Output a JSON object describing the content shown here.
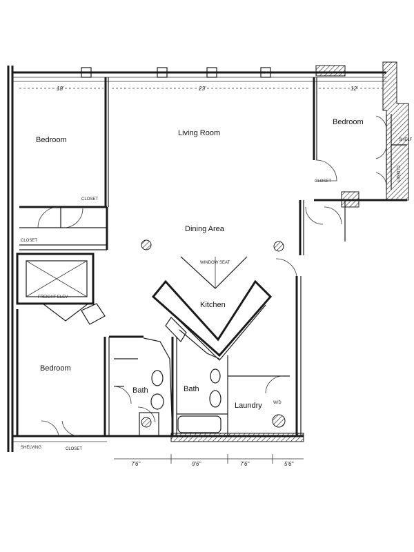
{
  "rooms": {
    "bedroom_left_top": "Bedroom",
    "living_room": "Living Room",
    "bedroom_right": "Bedroom",
    "dining_area": "Dining Area",
    "kitchen": "Kitchen",
    "bedroom_left_bottom": "Bedroom",
    "bath_left": "Bath",
    "bath_right": "Bath",
    "laundry": "Laundry"
  },
  "dimensions": {
    "top_left": "18'",
    "top_center": "23'",
    "top_right": "12'",
    "bottom_1": "7'6\"",
    "bottom_2": "9'6\"",
    "bottom_3": "7'6\"",
    "bottom_4": "5'6\""
  },
  "annotations": {
    "freight_elev": "FREIGHT ELEV",
    "closet_left": "CLOSET",
    "closet_left_2": "CLOSET",
    "closet_right": "CLOSET",
    "closet_right_2": "CLOSET",
    "window_seat": "WINDOW SEAT",
    "washer_dryer": "W/D",
    "stair_note": "SHELF",
    "bottom_note_1": "SHELVING",
    "bottom_note_2": "CLOSET"
  }
}
